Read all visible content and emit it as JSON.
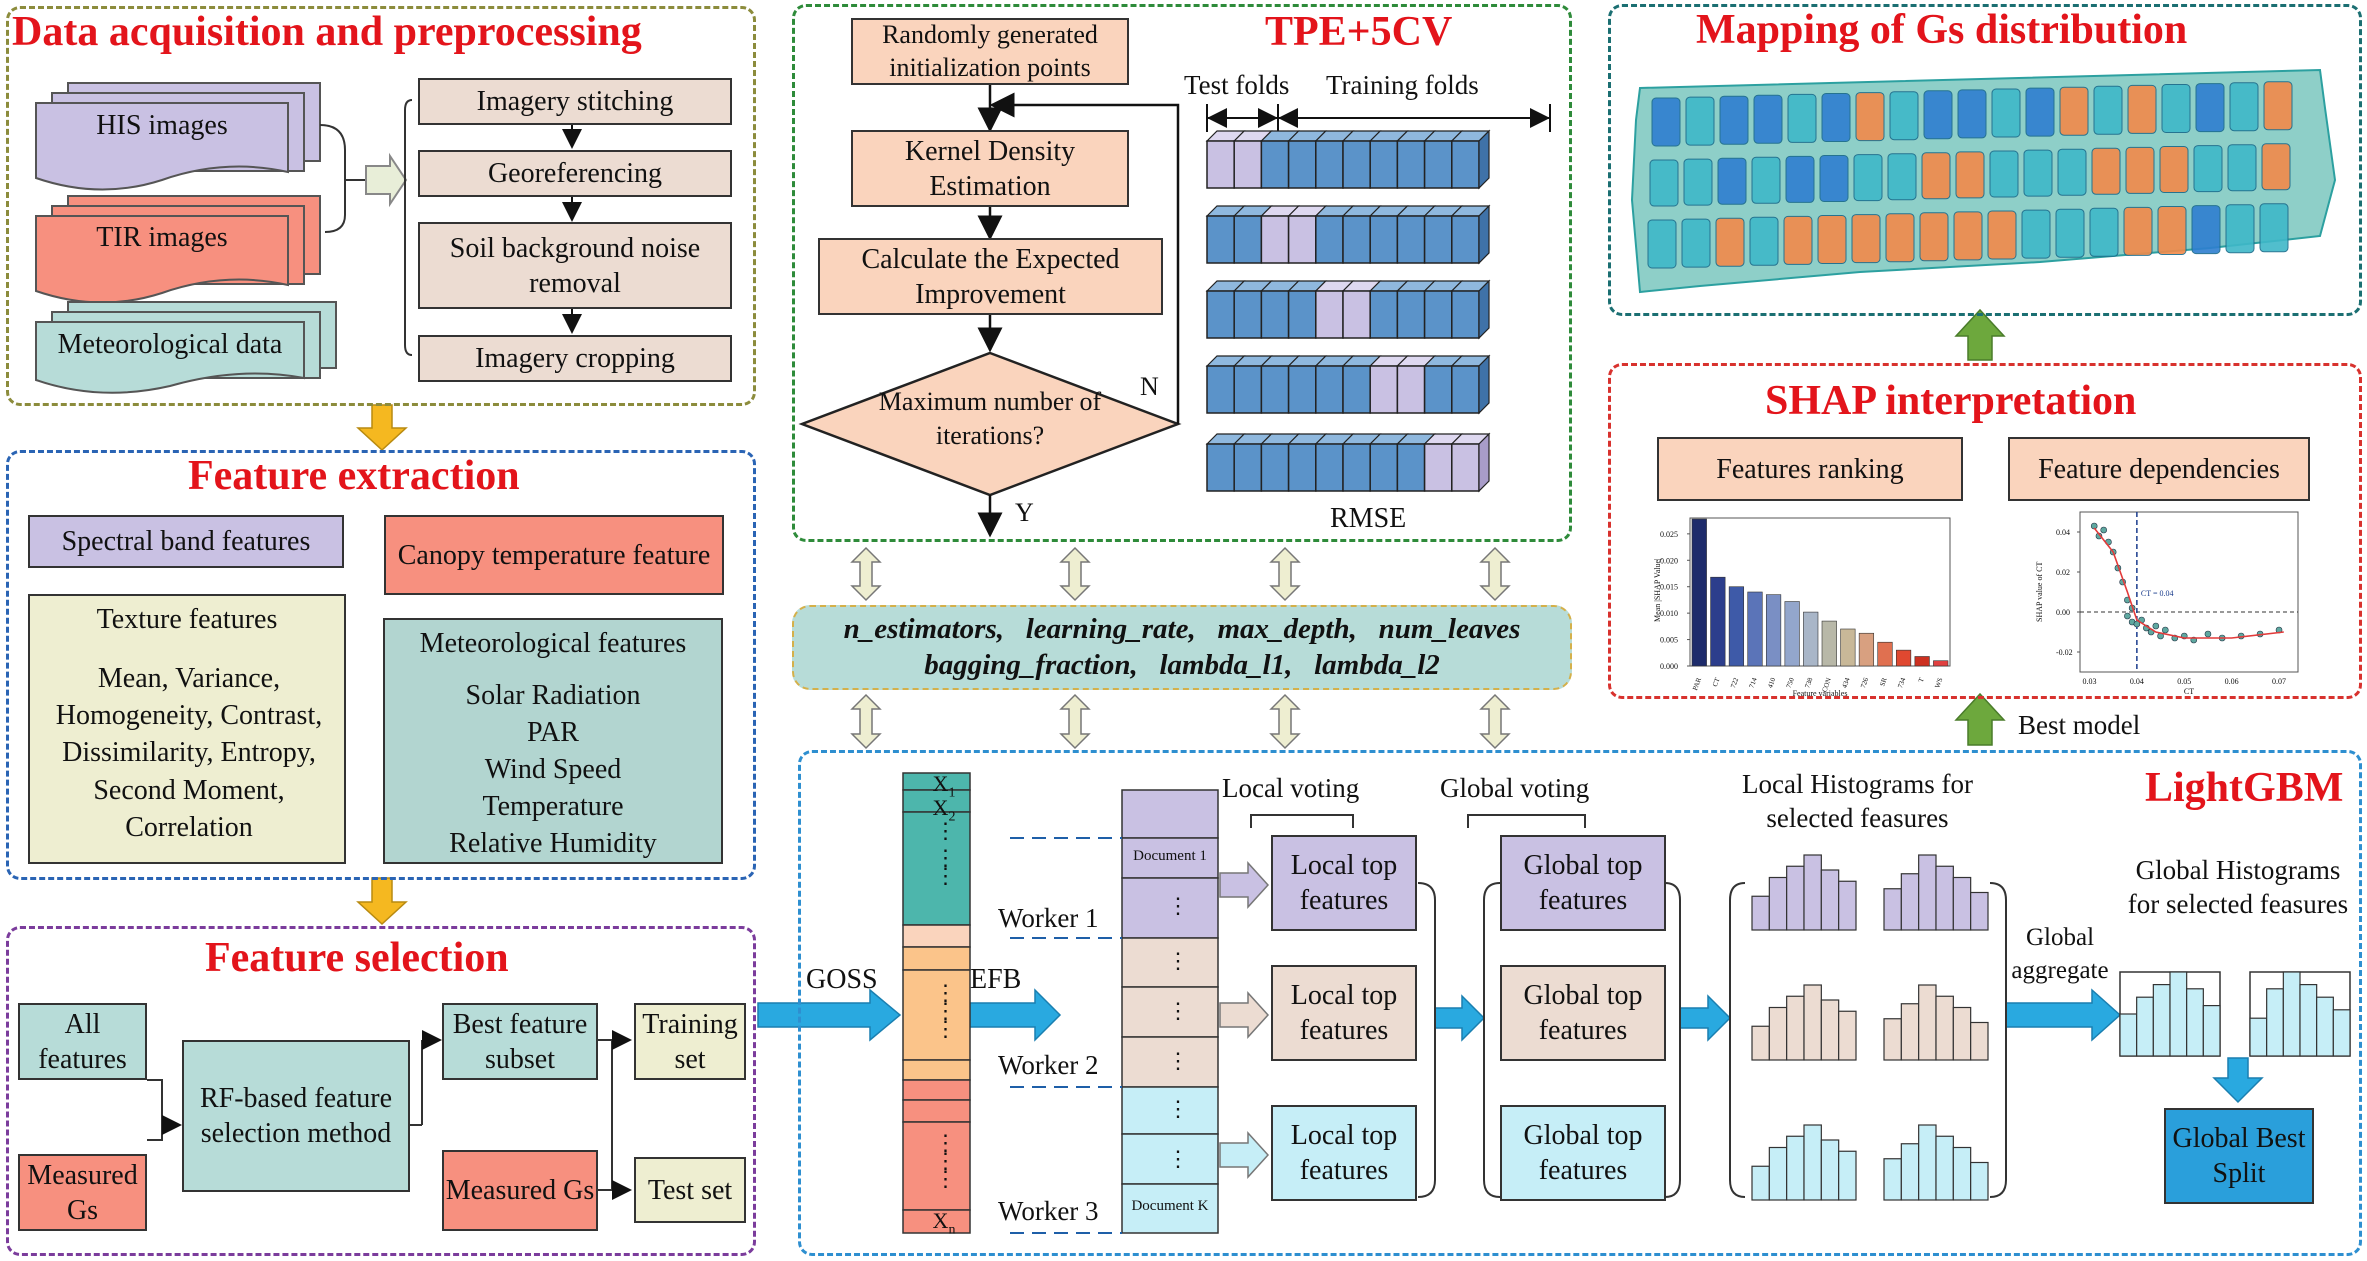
{
  "acquisition": {
    "title": "Data acquisition and preprocessing",
    "sources": [
      "HIS images",
      "TIR images",
      "Meteorological data"
    ],
    "steps": [
      "Imagery stitching",
      "Georeferencing",
      "Soil background noise removal",
      "Imagery cropping"
    ]
  },
  "extraction": {
    "title": "Feature extraction",
    "spectral": "Spectral band features",
    "canopy": "Canopy temperature feature",
    "texture_title": "Texture features",
    "texture_items": "Mean, Variance, Homogeneity, Contrast, Dissimilarity, Entropy, Second Moment, Correlation",
    "met_title": "Meteorological features",
    "met_items": [
      "Solar Radiation",
      "PAR",
      "Wind Speed",
      "Temperature",
      "Relative Humidity"
    ]
  },
  "selection": {
    "title": "Feature selection",
    "all_features": "All features",
    "measured_gs_1": "Measured Gs",
    "rf_method": "RF-based feature selection method",
    "best_subset": "Best feature subset",
    "measured_gs_2": "Measured Gs",
    "training_set": "Training set",
    "test_set": "Test set"
  },
  "tpe": {
    "title": "TPE+5CV",
    "init": "Randomly generated initialization points",
    "kde": "Kernel Density Estimation",
    "ei": "Calculate the Expected Improvement",
    "decision": "Maximum number of iterations?",
    "no_label": "N",
    "yes_label": "Y",
    "test_folds": "Test folds",
    "training_folds": "Training folds",
    "rmse": "RMSE"
  },
  "hyperparams": {
    "line1": "n_estimators,   learning_rate,   max_depth,   num_leaves",
    "line2": "bagging_fraction,   lambda_l1,   lambda_l2"
  },
  "mapping": {
    "title": "Mapping of Gs distribution"
  },
  "shap": {
    "title": "SHAP interpretation",
    "ranking": "Features ranking",
    "dependencies": "Feature dependencies",
    "ranking_chart": {
      "ylabel": "Mean |SHAP Value|",
      "xlabel": "Feature variables",
      "yticks": [
        "0.000",
        "0.005",
        "0.010",
        "0.015",
        "0.020",
        "0.025"
      ],
      "categories": [
        "PAR",
        "CT",
        "722",
        "714",
        "410",
        "750",
        "738",
        "CON",
        "434",
        "726",
        "SR",
        "734",
        "T",
        "WS"
      ],
      "values": [
        0.0278,
        0.0168,
        0.015,
        0.014,
        0.0135,
        0.0122,
        0.0102,
        0.0085,
        0.007,
        0.0062,
        0.0045,
        0.003,
        0.0018,
        0.001
      ]
    },
    "dependence_chart": {
      "ylabel": "SHAP value of CT",
      "xlabel": "CT",
      "xticks": [
        "0.03",
        "0.04",
        "0.05",
        "0.06",
        "0.07"
      ],
      "yticks": [
        "0.04",
        "0.02",
        "0.00",
        "-0.02"
      ],
      "annotation": "CT = 0.04"
    },
    "best_model": "Best model"
  },
  "lgbm": {
    "title": "LightGBM",
    "goss": "GOSS",
    "efb": "EFB",
    "x1": "X",
    "x2": "X",
    "xn": "X",
    "sub1": "1",
    "sub2": "2",
    "subn": "n",
    "doc1": "Document 1",
    "dock": "Document K",
    "workers": [
      "Worker 1",
      "Worker 2",
      "Worker 3"
    ],
    "local_voting": "Local voting",
    "global_voting": "Global voting",
    "local_top": "Local top features",
    "global_top": "Global top features",
    "local_hist": "Local Histograms for selected feasures",
    "global_aggregate": "Global aggregate",
    "global_hist": "Global Histograms for selected feasures",
    "best_split": "Global Best Split"
  }
}
